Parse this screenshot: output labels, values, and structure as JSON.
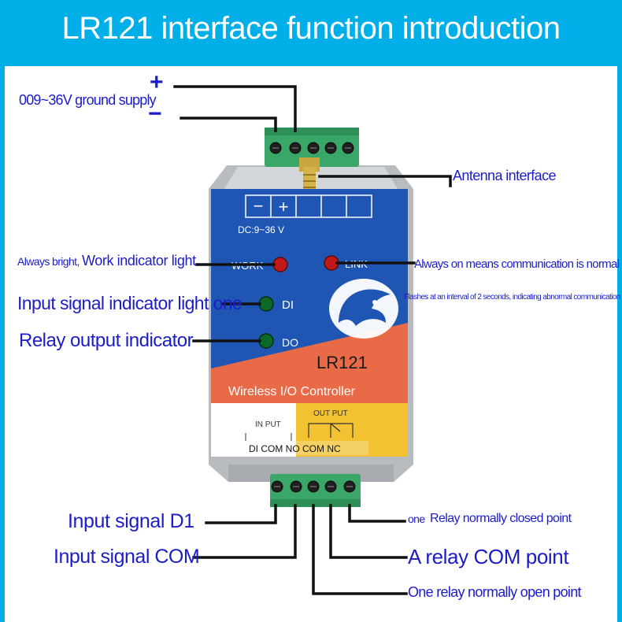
{
  "title": "LR121 interface function introduction",
  "device": {
    "terminal_minus": "−",
    "terminal_plus": "+",
    "voltage": "DC:9~36 V",
    "work_label": "WORK",
    "link_label": "LINK",
    "di_label": "DI",
    "do_label": "DO",
    "model": "LR121",
    "product_name": "Wireless I/O Controller",
    "output_label": "OUT PUT",
    "input_label": "IN PUT",
    "pins": "DI COM NO COM NC"
  },
  "callouts": {
    "power_supply": "009~36V ground supply",
    "plus_mark": "+",
    "minus_mark": "−",
    "antenna": "Antenna interface",
    "work_light_prefix": "Always bright,",
    "work_light": "Work indicator light",
    "link_light": "Always on means communication is normal",
    "link_flash": "Flashes at an interval of 2 seconds, indicating abnormal communication",
    "di_light": "Input signal indicator light one",
    "do_light": "Relay output indicator",
    "input_d1": "Input signal D1",
    "input_com": "Input signal COM",
    "relay_nc_prefix": "one",
    "relay_nc": "Relay normally closed point",
    "relay_com": "A relay COM point",
    "relay_no": "One relay normally open point"
  },
  "colors": {
    "banner": "#00aee8",
    "label_text": "#1c1cc8",
    "panel_blue": "#1f56b4",
    "panel_orange": "#e86a46",
    "panel_yellow": "#f2c232",
    "terminal_green": "#3aa768",
    "work_led": "#c21818",
    "link_led": "#c21818",
    "di_led": "#0c6a28",
    "do_led": "#0c6a28",
    "wire": "#111111"
  }
}
